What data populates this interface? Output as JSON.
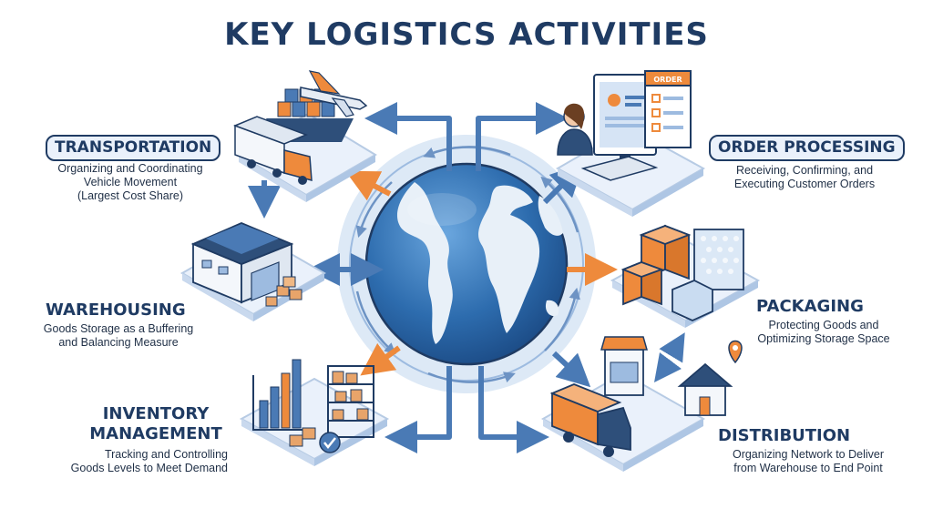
{
  "title": "KEY LOGISTICS ACTIVITIES",
  "activities": {
    "transportation": {
      "label": "TRANSPORTATION",
      "lines": [
        "Organizing and Coordinating",
        "Vehicle Movement",
        "(Largest Cost Share)"
      ]
    },
    "order_processing": {
      "label": "ORDER PROCESSING",
      "lines": [
        "Receiving, Confirming, and",
        "Executing Customer Orders"
      ],
      "order_sheet_label": "ORDER"
    },
    "warehousing": {
      "label": "WAREHOUSING",
      "lines": [
        "Goods Storage as a Buffering",
        "and Balancing Measure"
      ]
    },
    "packaging": {
      "label": "PACKAGING",
      "lines": [
        "Protecting Goods and",
        "Optimizing Storage Space"
      ]
    },
    "inventory": {
      "label_lines": [
        "INVENTORY",
        "MANAGEMENT"
      ],
      "lines": [
        "Tracking and Controlling",
        "Goods Levels to Meet Demand"
      ]
    },
    "distribution": {
      "label": "DISTRIBUTION",
      "lines": [
        "Organizing Network to Deliver",
        "from Warehouse to End Point"
      ]
    }
  },
  "colors": {
    "navy": "#1f3b63",
    "arrow_blue": "#4a7ab5",
    "accent_orange": "#ee8a3c",
    "globe_blue": "#2d6cae",
    "land": "#e8f0f8"
  }
}
